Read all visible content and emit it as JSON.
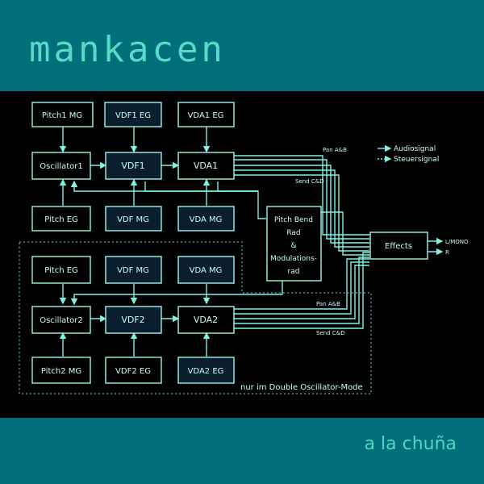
{
  "album": {
    "artist": "mankacen",
    "title": "a la chuña"
  },
  "colors": {
    "band": "#006f7a",
    "artist_text": "#57dbc9",
    "title_text": "#4fd6c4",
    "diagram_background": "#000000",
    "line": "#7ff2e6"
  },
  "diagram": {
    "blocks": {
      "pitch1_mg": "Pitch1 MG",
      "vdf1_eg": "VDF1 EG",
      "vda1_eg": "VDA1 EG",
      "oscillator1": "Oscillator1",
      "vdf1": "VDF1",
      "vda1": "VDA1",
      "pitch_eg_1": "Pitch EG",
      "vdf_mg_1": "VDF MG",
      "vda_mg_1": "VDA MG",
      "pitch_bend_lines": [
        "Pitch Bend",
        "Rad",
        "&",
        "Modulations-",
        "rad"
      ],
      "effects": "Effects",
      "pitch_eg_2": "Pitch EG",
      "vdf_mg_2": "VDF MG",
      "vda_mg_2": "VDA MG",
      "oscillator2": "Oscillator2",
      "vdf2": "VDF2",
      "vda2": "VDA2",
      "pitch2_mg": "Pitch2 MG",
      "vdf2_eg": "VDF2 EG",
      "vda2_eg": "VDA2 EG"
    },
    "labels": {
      "pan_ab_1": "Pan A&B",
      "send_cd_1": "Send C&D",
      "pan_ab_2": "Pan A&B",
      "send_cd_2": "Send C&D",
      "out_left": "L/MONO",
      "out_right": "R",
      "legend_audio": "Audiosignal",
      "legend_steuer": "Steuersignal",
      "double_mode": "nur im Double Oscillator-Mode"
    }
  }
}
